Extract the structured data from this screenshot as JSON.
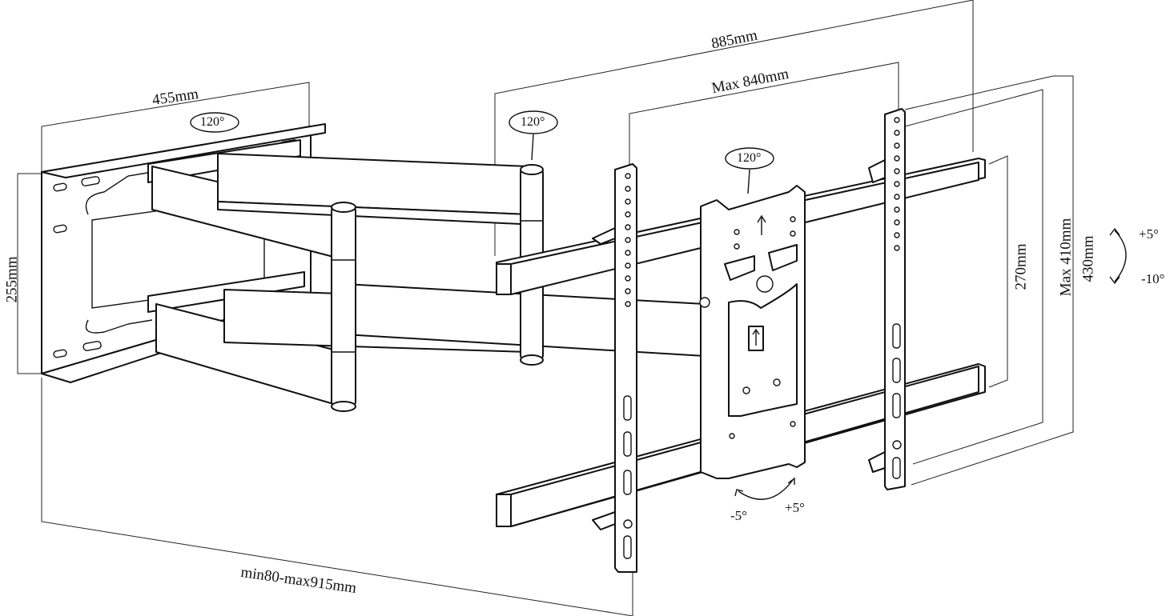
{
  "labels": {
    "wall_width": "455mm",
    "wall_height": "255mm",
    "swivel_wall": "120",
    "swivel_arm": "120",
    "swivel_head": "120",
    "vesa_horizontal_outer": "885mm",
    "vesa_horizontal_max": "Max 840mm",
    "vesa_vertical_outer": "430mm",
    "vesa_vertical_max": "Max 410mm",
    "vesa_vertical_inner": "270mm",
    "tilt_up": "+5",
    "tilt_down": "-10",
    "rotate_left": "-5",
    "rotate_right": "+5",
    "extension": "min80-max915mm",
    "degree": "°"
  },
  "colors": {
    "line": "#111111",
    "background": "#ffffff"
  }
}
